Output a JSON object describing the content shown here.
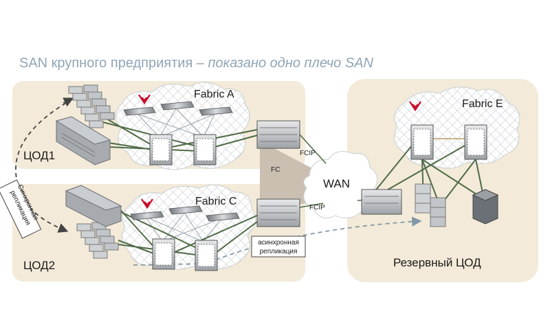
{
  "title": {
    "main": "SAN крупного предприятия – ",
    "italic": "показано одно плечо SAN"
  },
  "sites": {
    "dc1": "ЦОД1",
    "dc2": "ЦОД2",
    "backup": "Резервный ЦОД"
  },
  "fabrics": {
    "a": "Fabric A",
    "c": "Fabric C",
    "e": "Fabric E"
  },
  "links": {
    "fcip_top": "FCIP",
    "fcip_bottom": "FCIP",
    "fc": "FC",
    "wan": "WAN"
  },
  "callouts": {
    "sync_line1": "Синхронная",
    "sync_line2": "репликация",
    "async_line1": "асинхронная",
    "async_line2": "репликация"
  },
  "icons": {
    "vendor_logo": "brocade-logo-icon",
    "storage": "storage-array-icon",
    "tape": "tape-library-icon",
    "switch": "fabric-switch-icon",
    "director": "director-chassis-icon",
    "router": "fcip-router-icon",
    "server": "server-tower-icon"
  },
  "colors": {
    "title": "#8fa5b6",
    "site_bg": "#f3ead9",
    "triangle": "#cbbfb2",
    "link_green": "#4f6a45",
    "logo_red": "#c8102e",
    "async_line": "#7f98a6"
  }
}
